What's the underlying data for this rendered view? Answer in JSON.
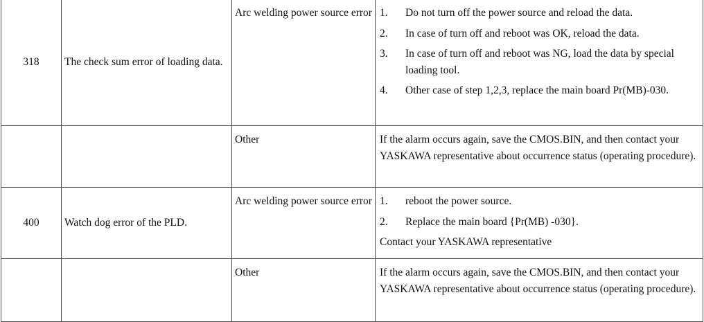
{
  "rows": [
    {
      "code": "318",
      "meaning": "The check sum error of loading data.",
      "cause": "Arc welding power source error",
      "remedy_steps": [
        {
          "num": "1.",
          "text": "Do not turn off the power source and reload the data."
        },
        {
          "num": "2.",
          "text": "In case of turn off and reboot was OK, reload the data."
        },
        {
          "num": "3.",
          "text": "In case of turn off and reboot was NG, load the data by special loading tool."
        },
        {
          "num": "4.",
          "text": "Other case of step 1,2,3, replace the main board Pr(MB)-030."
        }
      ]
    },
    {
      "code": "",
      "meaning": "",
      "cause": "Other",
      "remedy_text": "If the alarm occurs again, save the CMOS.BIN, and then contact your YASKAWA representative about occurrence status (operating procedure)."
    },
    {
      "code": "400",
      "meaning": "Watch dog error of the PLD.",
      "cause": "Arc welding power source error",
      "remedy_steps": [
        {
          "num": "1.",
          "text": "reboot the power source."
        },
        {
          "num": "2.",
          "text": "Replace the main board {Pr(MB) -030}."
        }
      ],
      "remedy_note": "Contact your YASKAWA representative"
    },
    {
      "code": "",
      "meaning": "",
      "cause": "Other",
      "remedy_text": "If the alarm occurs again, save the CMOS.BIN, and then contact your YASKAWA representative about occurrence status (operating procedure)."
    }
  ]
}
